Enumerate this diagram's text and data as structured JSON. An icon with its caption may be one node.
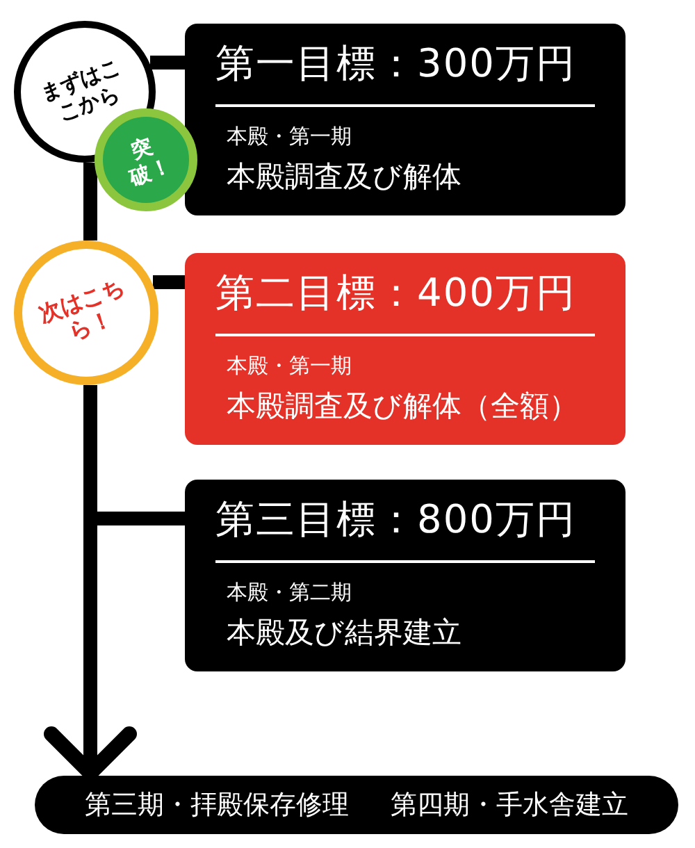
{
  "diagram": {
    "nodes": [
      {
        "text": [
          "まずはここから"
        ]
      },
      {
        "text": [
          "突破！"
        ]
      },
      {
        "text": [
          "第一目標：300万円",
          "本殿・第一期",
          "本殿調査及び解体"
        ]
      },
      {
        "text": [
          "次はこちら！"
        ]
      },
      {
        "text": [
          "第二目標：400万円",
          "本殿・第一期",
          "本殿調査及び解体（全額）"
        ]
      },
      {
        "text": [
          "第三目標：800万円",
          "本殿・第二期",
          "本殿及び結界建立"
        ]
      },
      {
        "text": [
          "第三期・拝殿保存修理",
          "第四期・手水舎建立"
        ]
      }
    ],
    "edges": [
      {
        "from": 0,
        "to": 2,
        "arrow": "none"
      },
      {
        "from": 3,
        "to": 4,
        "arrow": "none"
      },
      {
        "from": 0,
        "to": 3,
        "arrow": "none"
      },
      {
        "from": 3,
        "to": 6,
        "arrow": "to"
      },
      {
        "from": 3,
        "to": 5,
        "arrow": "none"
      }
    ]
  }
}
